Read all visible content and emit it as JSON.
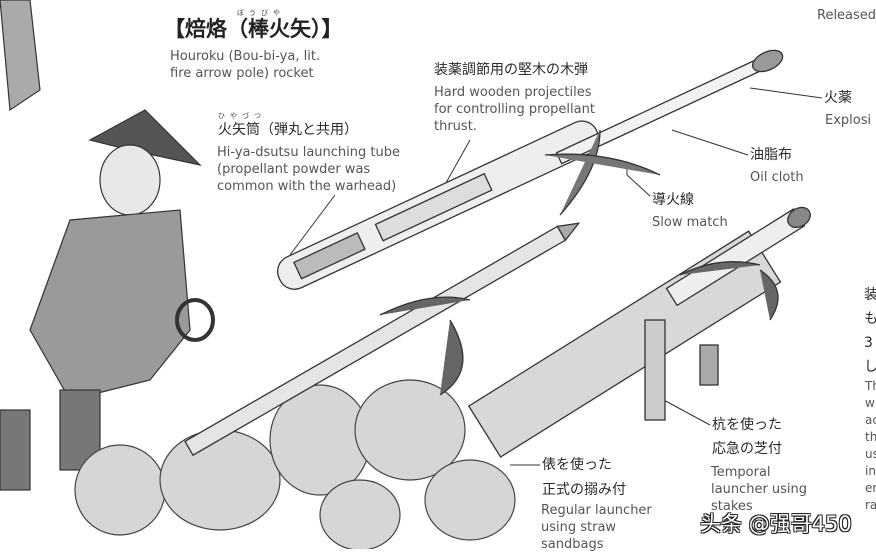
{
  "title": {
    "text": "【焙烙（棒火矢）】",
    "ruby": "ぼうびや",
    "english": [
      "Houroku (Bou-bi-ya, lit.",
      "fire arrow pole) rocket"
    ]
  },
  "labels": {
    "projectiles": {
      "jp": "装薬調節用の堅木の木弾",
      "en": [
        "Hard wooden projectiles",
        "for controlling propellant",
        "thrust."
      ]
    },
    "tube": {
      "jp": "火矢筒（弾丸と共用）",
      "ruby": "ひやづつ",
      "en": [
        "Hi-ya-dsutsu launching tube",
        "(propellant powder was",
        "common with the warhead)"
      ]
    },
    "explosive": {
      "jp": "火薬",
      "en": "Explosi"
    },
    "oil_cloth": {
      "jp": "油脂布",
      "en": "Oil cloth"
    },
    "slow_match": {
      "jp": "導火線",
      "en": "Slow match"
    },
    "released": {
      "en": "Released"
    },
    "stakes": {
      "jp": [
        "杭を使った",
        "応急の芝付"
      ],
      "en": [
        "Temporal",
        "launcher using",
        "stakes"
      ]
    },
    "sandbags": {
      "jp": [
        "俵を使った",
        "正式の搦み付"
      ],
      "en": [
        "Regular launcher",
        "using straw",
        "sandbags"
      ]
    }
  },
  "right_column": {
    "jp": [
      "装",
      "も",
      "3",
      "し"
    ],
    "en": [
      "Th",
      "w",
      "ac",
      "th",
      "us",
      "in",
      "er",
      "ra"
    ]
  },
  "watermark": "头条 @强哥450"
}
